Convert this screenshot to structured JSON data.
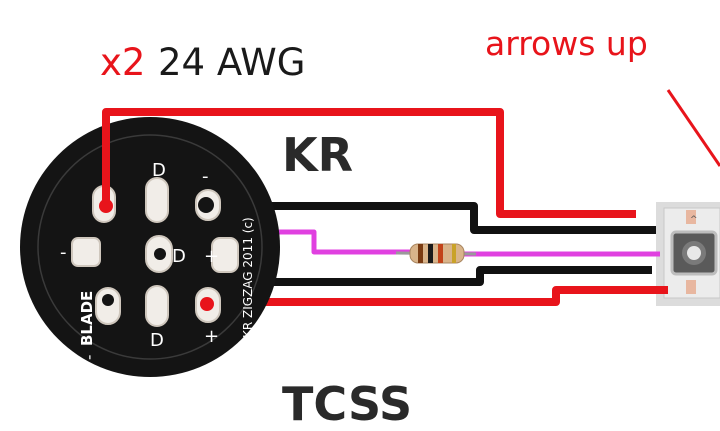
{
  "labels": {
    "wire_count": "x2",
    "wire_gauge": "24 AWG",
    "arrows_note": "arrows up",
    "kr_heading": "KR",
    "tcss_heading": "TCSS"
  },
  "pcb": {
    "pad_d_top": "D",
    "pad_minus_top": "-",
    "pad_d_middle": "D",
    "pad_plus_middle": "+",
    "pad_minus_left": "-",
    "pad_d_bottom": "D",
    "pad_plus_bottom": "+",
    "blade_label": "BLADE",
    "blade_minus": "-",
    "copyright_text": "KR ZIGZAG 2011 (c)"
  },
  "colors": {
    "red_wire": "#e8141b",
    "black_wire": "#111111",
    "data_wire": "#e040e0",
    "board": "#141414",
    "label_red": "#e8141b"
  }
}
